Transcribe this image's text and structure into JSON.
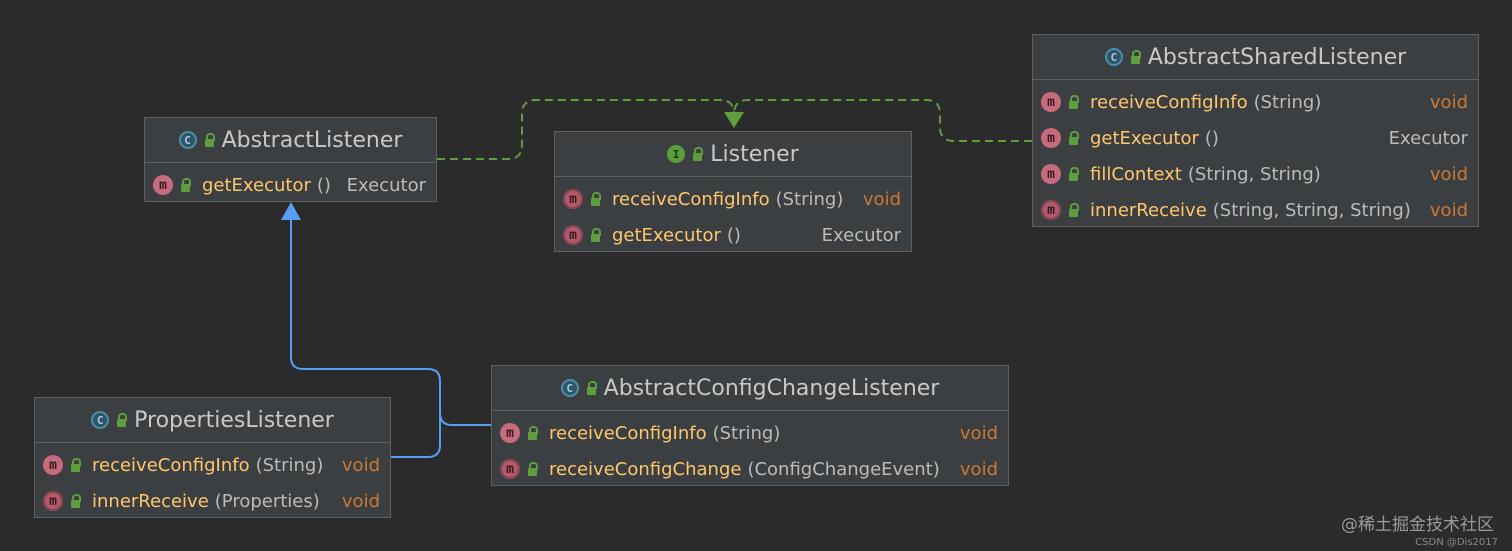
{
  "nodes": {
    "abstract_listener": {
      "title": "AbstractListener",
      "kind": "class",
      "members": [
        {
          "icon": "m",
          "name": "getExecutor",
          "params": "()",
          "rtype": "Executor"
        }
      ]
    },
    "listener": {
      "title": "Listener",
      "kind": "interface",
      "members": [
        {
          "icon": "abstract-m",
          "name": "receiveConfigInfo",
          "params": "(String)",
          "rtype": "void"
        },
        {
          "icon": "abstract-m",
          "name": "getExecutor",
          "params": "()",
          "rtype": "Executor"
        }
      ]
    },
    "abstract_shared_listener": {
      "title": "AbstractSharedListener",
      "kind": "class",
      "members": [
        {
          "icon": "m",
          "name": "receiveConfigInfo",
          "params": "(String)",
          "rtype": "void"
        },
        {
          "icon": "m",
          "name": "getExecutor",
          "params": "()",
          "rtype": "Executor"
        },
        {
          "icon": "m",
          "name": "fillContext",
          "params": "(String, String)",
          "rtype": "void"
        },
        {
          "icon": "abstract-m",
          "name": "innerReceive",
          "params": "(String, String, String)",
          "rtype": "void"
        }
      ]
    },
    "properties_listener": {
      "title": "PropertiesListener",
      "kind": "class",
      "members": [
        {
          "icon": "m",
          "name": "receiveConfigInfo",
          "params": "(String)",
          "rtype": "void"
        },
        {
          "icon": "abstract-m",
          "name": "innerReceive",
          "params": "(Properties)",
          "rtype": "void"
        }
      ]
    },
    "abstract_config_change_listener": {
      "title": "AbstractConfigChangeListener",
      "kind": "class",
      "members": [
        {
          "icon": "m",
          "name": "receiveConfigInfo",
          "params": "(String)",
          "rtype": "void"
        },
        {
          "icon": "abstract-m",
          "name": "receiveConfigChange",
          "params": "(ConfigChangeEvent)",
          "rtype": "void"
        }
      ]
    }
  },
  "icons": {
    "class": "C",
    "interface": "I",
    "method": "m"
  },
  "colors": {
    "background": "#2b2b2b",
    "implements_edge": "#5f9e3f",
    "extends_edge": "#589df6",
    "method_name": "#ffc66d",
    "void_type": "#cc7832"
  },
  "watermark": {
    "main": "@稀土掘金技术社区",
    "sub": "CSDN @Dis2017"
  }
}
